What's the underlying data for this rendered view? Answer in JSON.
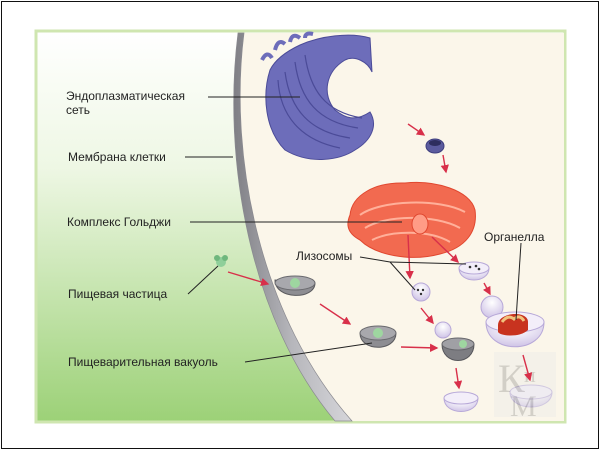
{
  "labels": {
    "er_line1": "Эндоплазматическая",
    "er_line2": "сеть",
    "membrane": "Мембрана клетки",
    "golgi": "Комплекс Гольджи",
    "lysosomes": "Лизосомы",
    "organelle": "Органелла",
    "food_particle": "Пищевая частица",
    "digestive_vacuole": "Пищеварительная вакуоль"
  },
  "watermark": "КиМ",
  "colors": {
    "panel_border": "#cfe6b0",
    "outside_green": "#9fd47a",
    "cytoplasm": "#fbf6ea",
    "membrane": "#a9a9ad",
    "er": "#6c6cb8",
    "golgi": "#f2684e",
    "arrow": "#d8304a",
    "lysosome": "#ece6f5"
  }
}
